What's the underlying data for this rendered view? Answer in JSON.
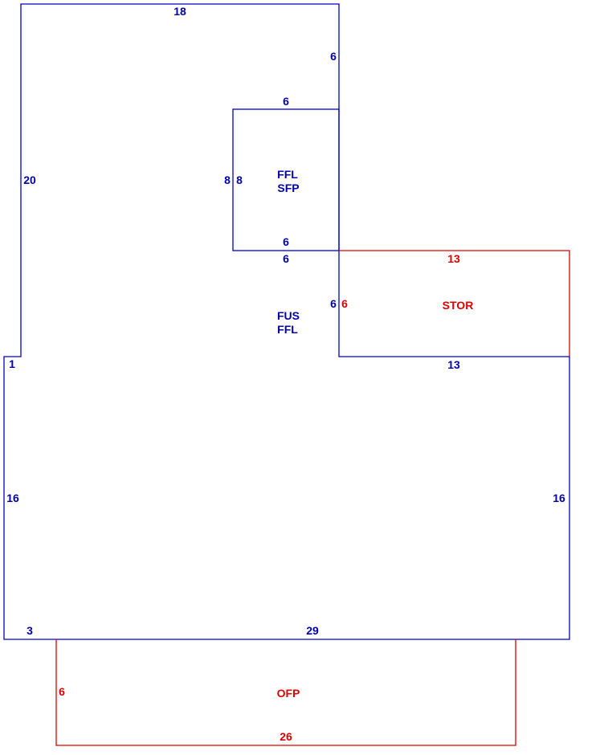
{
  "sketch": {
    "main_area": {
      "codes": [
        "FUS",
        "FFL"
      ],
      "dimensions": {
        "top": "18",
        "left_upper": "20",
        "step": "1",
        "left_lower": "16",
        "bottom_left": "3",
        "bottom": "29",
        "right": "16",
        "right_upper": "6",
        "notch_bottom": "6",
        "notch_side": "6"
      }
    },
    "second_floor": {
      "codes": [
        "FFL",
        "SFP"
      ],
      "dimensions": {
        "top": "6",
        "left": "8",
        "right": "8",
        "bottom": "6"
      }
    },
    "storage": {
      "code": "STOR",
      "dimensions": {
        "top": "13",
        "left": "6",
        "bottom": "13"
      }
    },
    "porch": {
      "code": "OFP",
      "dimensions": {
        "left": "6",
        "bottom": "26"
      }
    },
    "colors": {
      "structure": "#0000cc",
      "addition": "#dd0000"
    }
  }
}
